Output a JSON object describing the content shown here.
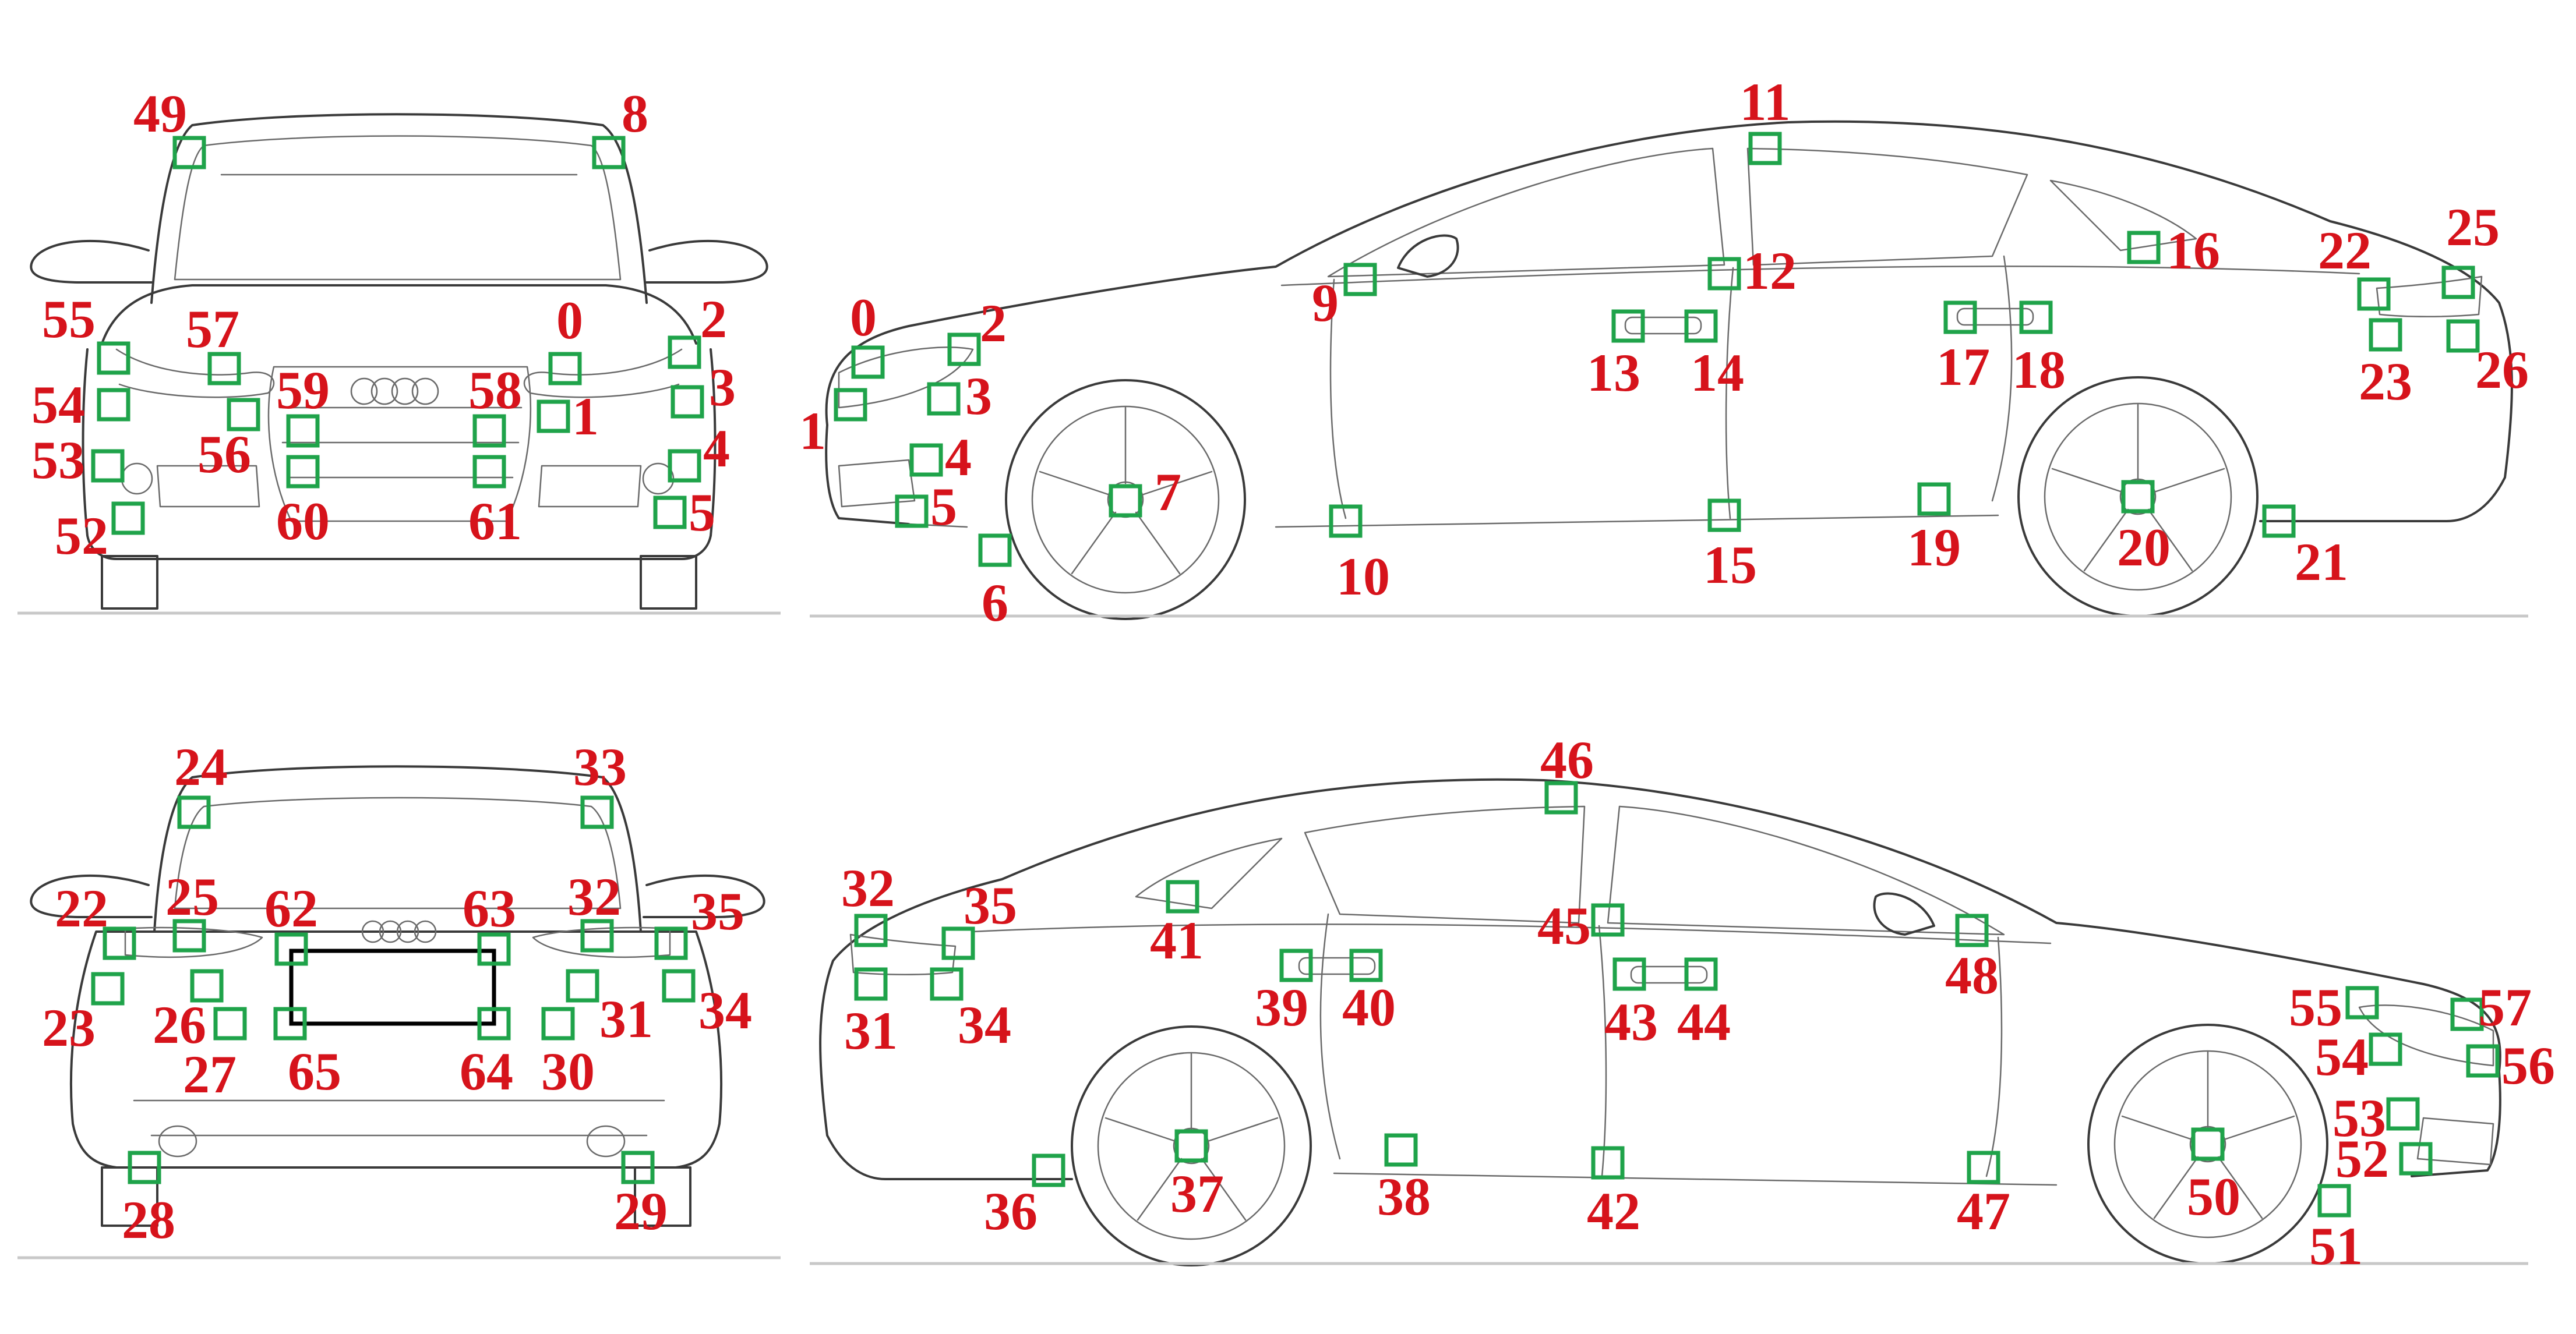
{
  "colors": {
    "keypoint_box": "#1fa34a",
    "keypoint_label": "#d6131b",
    "outline": "#3a3a3a"
  },
  "views": [
    {
      "name": "front-view",
      "keypoints": [
        {
          "id": "49",
          "box": [
            325,
            262
          ],
          "label": [
            275,
            195
          ]
        },
        {
          "id": "8",
          "box": [
            1045,
            262
          ],
          "label": [
            1090,
            195
          ]
        },
        {
          "id": "55",
          "box": [
            195,
            615
          ],
          "label": [
            118,
            548
          ]
        },
        {
          "id": "57",
          "box": [
            385,
            633
          ],
          "label": [
            365,
            565
          ]
        },
        {
          "id": "0",
          "box": [
            970,
            633
          ],
          "label": [
            978,
            550
          ]
        },
        {
          "id": "2",
          "box": [
            1175,
            605
          ],
          "label": [
            1225,
            548
          ]
        },
        {
          "id": "54",
          "box": [
            195,
            695
          ],
          "label": [
            100,
            695
          ]
        },
        {
          "id": "56",
          "box": [
            418,
            712
          ],
          "label": [
            385,
            780
          ]
        },
        {
          "id": "59",
          "box": [
            520,
            740
          ],
          "label": [
            520,
            670
          ]
        },
        {
          "id": "58",
          "box": [
            840,
            740
          ],
          "label": [
            850,
            670
          ]
        },
        {
          "id": "1",
          "box": [
            950,
            715
          ],
          "label": [
            1005,
            715
          ]
        },
        {
          "id": "3",
          "box": [
            1180,
            690
          ],
          "label": [
            1240,
            665
          ]
        },
        {
          "id": "53",
          "box": [
            185,
            800
          ],
          "label": [
            100,
            790
          ]
        },
        {
          "id": "60",
          "box": [
            520,
            810
          ],
          "label": [
            520,
            895
          ]
        },
        {
          "id": "61",
          "box": [
            840,
            810
          ],
          "label": [
            850,
            895
          ]
        },
        {
          "id": "4",
          "box": [
            1175,
            800
          ],
          "label": [
            1230,
            770
          ]
        },
        {
          "id": "52",
          "box": [
            220,
            890
          ],
          "label": [
            140,
            920
          ]
        },
        {
          "id": "5",
          "box": [
            1150,
            880
          ],
          "label": [
            1205,
            880
          ]
        }
      ]
    },
    {
      "name": "left-side-view",
      "keypoints": [
        {
          "id": "0",
          "box": [
            1490,
            622
          ],
          "label": [
            1482,
            545
          ]
        },
        {
          "id": "1",
          "box": [
            1460,
            695
          ],
          "label": [
            1395,
            740
          ]
        },
        {
          "id": "2",
          "box": [
            1655,
            600
          ],
          "label": [
            1705,
            555
          ]
        },
        {
          "id": "3",
          "box": [
            1620,
            685
          ],
          "label": [
            1680,
            680
          ]
        },
        {
          "id": "4",
          "box": [
            1590,
            790
          ],
          "label": [
            1645,
            785
          ]
        },
        {
          "id": "5",
          "box": [
            1565,
            878
          ],
          "label": [
            1620,
            870
          ]
        },
        {
          "id": "6",
          "box": [
            1708,
            945
          ],
          "label": [
            1708,
            1035
          ]
        },
        {
          "id": "7",
          "box": [
            1932,
            860
          ],
          "label": [
            2005,
            845
          ]
        },
        {
          "id": "9",
          "box": [
            2335,
            480
          ],
          "label": [
            2275,
            520
          ]
        },
        {
          "id": "10",
          "box": [
            2310,
            895
          ],
          "label": [
            2340,
            990
          ]
        },
        {
          "id": "11",
          "box": [
            3030,
            255
          ],
          "label": [
            3030,
            175
          ]
        },
        {
          "id": "12",
          "box": [
            2960,
            470
          ],
          "label": [
            3038,
            465
          ]
        },
        {
          "id": "13",
          "box": [
            2795,
            560
          ],
          "label": [
            2770,
            640
          ]
        },
        {
          "id": "14",
          "box": [
            2920,
            560
          ],
          "label": [
            2948,
            640
          ]
        },
        {
          "id": "15",
          "box": [
            2960,
            885
          ],
          "label": [
            2970,
            970
          ]
        },
        {
          "id": "16",
          "box": [
            3680,
            425
          ],
          "label": [
            3765,
            430
          ]
        },
        {
          "id": "17",
          "box": [
            3365,
            545
          ],
          "label": [
            3370,
            630
          ]
        },
        {
          "id": "18",
          "box": [
            3495,
            545
          ],
          "label": [
            3500,
            635
          ]
        },
        {
          "id": "19",
          "box": [
            3320,
            857
          ],
          "label": [
            3320,
            940
          ]
        },
        {
          "id": "20",
          "box": [
            3670,
            853
          ],
          "label": [
            3680,
            940
          ]
        },
        {
          "id": "21",
          "box": [
            3912,
            895
          ],
          "label": [
            3985,
            965
          ]
        },
        {
          "id": "22",
          "box": [
            4075,
            505
          ],
          "label": [
            4025,
            430
          ]
        },
        {
          "id": "23",
          "box": [
            4095,
            575
          ],
          "label": [
            4095,
            655
          ]
        },
        {
          "id": "25",
          "box": [
            4220,
            485
          ],
          "label": [
            4245,
            390
          ]
        },
        {
          "id": "26",
          "box": [
            4228,
            577
          ],
          "label": [
            4295,
            635
          ]
        }
      ]
    },
    {
      "name": "rear-view",
      "keypoints": [
        {
          "id": "24",
          "box": [
            333,
            1395
          ],
          "label": [
            345,
            1317
          ]
        },
        {
          "id": "33",
          "box": [
            1025,
            1395
          ],
          "label": [
            1030,
            1317
          ]
        },
        {
          "id": "22",
          "box": [
            205,
            1620
          ],
          "label": [
            140,
            1560
          ]
        },
        {
          "id": "25",
          "box": [
            325,
            1607
          ],
          "label": [
            330,
            1540
          ]
        },
        {
          "id": "62",
          "box": [
            500,
            1630
          ],
          "label": [
            500,
            1560
          ]
        },
        {
          "id": "63",
          "box": [
            848,
            1630
          ],
          "label": [
            840,
            1560
          ]
        },
        {
          "id": "32",
          "box": [
            1025,
            1607
          ],
          "label": [
            1020,
            1540
          ]
        },
        {
          "id": "35",
          "box": [
            1152,
            1620
          ],
          "label": [
            1232,
            1565
          ]
        },
        {
          "id": "23",
          "box": [
            185,
            1698
          ],
          "label": [
            118,
            1765
          ]
        },
        {
          "id": "26",
          "box": [
            355,
            1693
          ],
          "label": [
            308,
            1760
          ]
        },
        {
          "id": "27",
          "box": [
            395,
            1758
          ],
          "label": [
            360,
            1845
          ]
        },
        {
          "id": "31",
          "box": [
            1000,
            1693
          ],
          "label": [
            1075,
            1750
          ]
        },
        {
          "id": "34",
          "box": [
            1165,
            1693
          ],
          "label": [
            1245,
            1735
          ]
        },
        {
          "id": "30",
          "box": [
            958,
            1758
          ],
          "label": [
            975,
            1840
          ]
        },
        {
          "id": "65",
          "box": [
            498,
            1758
          ],
          "label": [
            540,
            1840
          ]
        },
        {
          "id": "64",
          "box": [
            848,
            1758
          ],
          "label": [
            835,
            1840
          ]
        },
        {
          "id": "28",
          "box": [
            248,
            2005
          ],
          "label": [
            255,
            2095
          ]
        },
        {
          "id": "29",
          "box": [
            1095,
            2005
          ],
          "label": [
            1100,
            2080
          ]
        }
      ]
    },
    {
      "name": "right-side-view",
      "keypoints": [
        {
          "id": "46",
          "box": [
            2680,
            1370
          ],
          "label": [
            2690,
            1305
          ]
        },
        {
          "id": "32",
          "box": [
            1495,
            1598
          ],
          "label": [
            1490,
            1525
          ]
        },
        {
          "id": "35",
          "box": [
            1645,
            1620
          ],
          "label": [
            1700,
            1555
          ]
        },
        {
          "id": "41",
          "box": [
            2030,
            1540
          ],
          "label": [
            2020,
            1615
          ]
        },
        {
          "id": "45",
          "box": [
            2760,
            1580
          ],
          "label": [
            2685,
            1590
          ]
        },
        {
          "id": "48",
          "box": [
            3385,
            1598
          ],
          "label": [
            3385,
            1675
          ]
        },
        {
          "id": "31",
          "box": [
            1495,
            1690
          ],
          "label": [
            1495,
            1770
          ]
        },
        {
          "id": "34",
          "box": [
            1625,
            1690
          ],
          "label": [
            1690,
            1760
          ]
        },
        {
          "id": "39",
          "box": [
            2225,
            1658
          ],
          "label": [
            2200,
            1730
          ]
        },
        {
          "id": "40",
          "box": [
            2345,
            1658
          ],
          "label": [
            2350,
            1730
          ]
        },
        {
          "id": "43",
          "box": [
            2797,
            1673
          ],
          "label": [
            2800,
            1755
          ]
        },
        {
          "id": "44",
          "box": [
            2920,
            1673
          ],
          "label": [
            2925,
            1755
          ]
        },
        {
          "id": "55",
          "box": [
            4055,
            1722
          ],
          "label": [
            3975,
            1730
          ]
        },
        {
          "id": "57",
          "box": [
            4235,
            1742
          ],
          "label": [
            4300,
            1730
          ]
        },
        {
          "id": "54",
          "box": [
            4095,
            1802
          ],
          "label": [
            4020,
            1815
          ]
        },
        {
          "id": "56",
          "box": [
            4262,
            1822
          ],
          "label": [
            4340,
            1830
          ]
        },
        {
          "id": "53",
          "box": [
            4125,
            1913
          ],
          "label": [
            4050,
            1920
          ]
        },
        {
          "id": "52",
          "box": [
            4147,
            1990
          ],
          "label": [
            4055,
            1990
          ]
        },
        {
          "id": "36",
          "box": [
            1800,
            2010
          ],
          "label": [
            1735,
            2080
          ]
        },
        {
          "id": "37",
          "box": [
            2045,
            1968
          ],
          "label": [
            2055,
            2050
          ]
        },
        {
          "id": "38",
          "box": [
            2405,
            1975
          ],
          "label": [
            2410,
            2055
          ]
        },
        {
          "id": "42",
          "box": [
            2760,
            1997
          ],
          "label": [
            2770,
            2080
          ]
        },
        {
          "id": "47",
          "box": [
            3405,
            2005
          ],
          "label": [
            3405,
            2080
          ]
        },
        {
          "id": "50",
          "box": [
            3790,
            1965
          ],
          "label": [
            3800,
            2055
          ]
        },
        {
          "id": "51",
          "box": [
            4007,
            2062
          ],
          "label": [
            4010,
            2140
          ]
        }
      ]
    }
  ]
}
